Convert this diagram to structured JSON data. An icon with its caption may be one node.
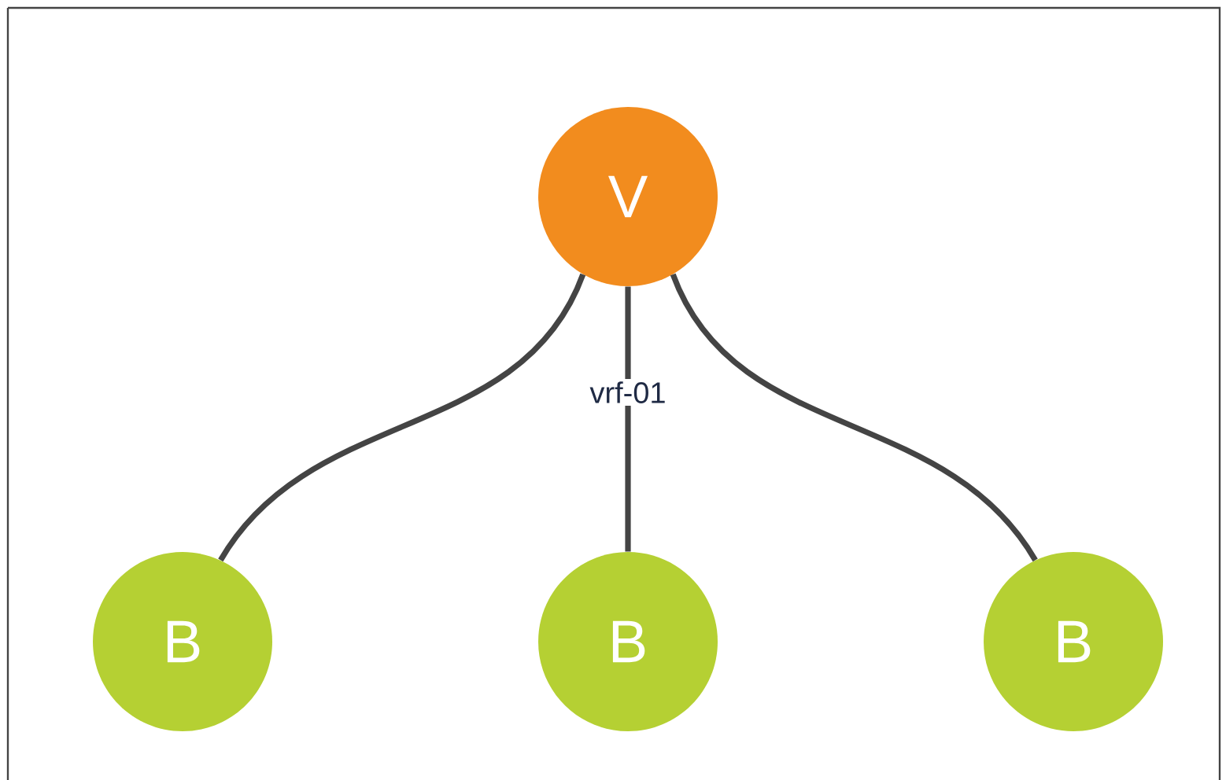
{
  "diagram": {
    "nodes": [
      {
        "text": [
          "V"
        ]
      },
      {
        "text": [
          "B"
        ]
      },
      {
        "text": [
          "B"
        ]
      },
      {
        "text": [
          "B"
        ]
      }
    ],
    "edges": [
      {
        "from": 0,
        "to": 1,
        "arrow": "none"
      },
      {
        "from": 0,
        "to": 2,
        "arrow": "none",
        "label": "vrf-01"
      },
      {
        "from": 0,
        "to": 3,
        "arrow": "none"
      }
    ]
  }
}
